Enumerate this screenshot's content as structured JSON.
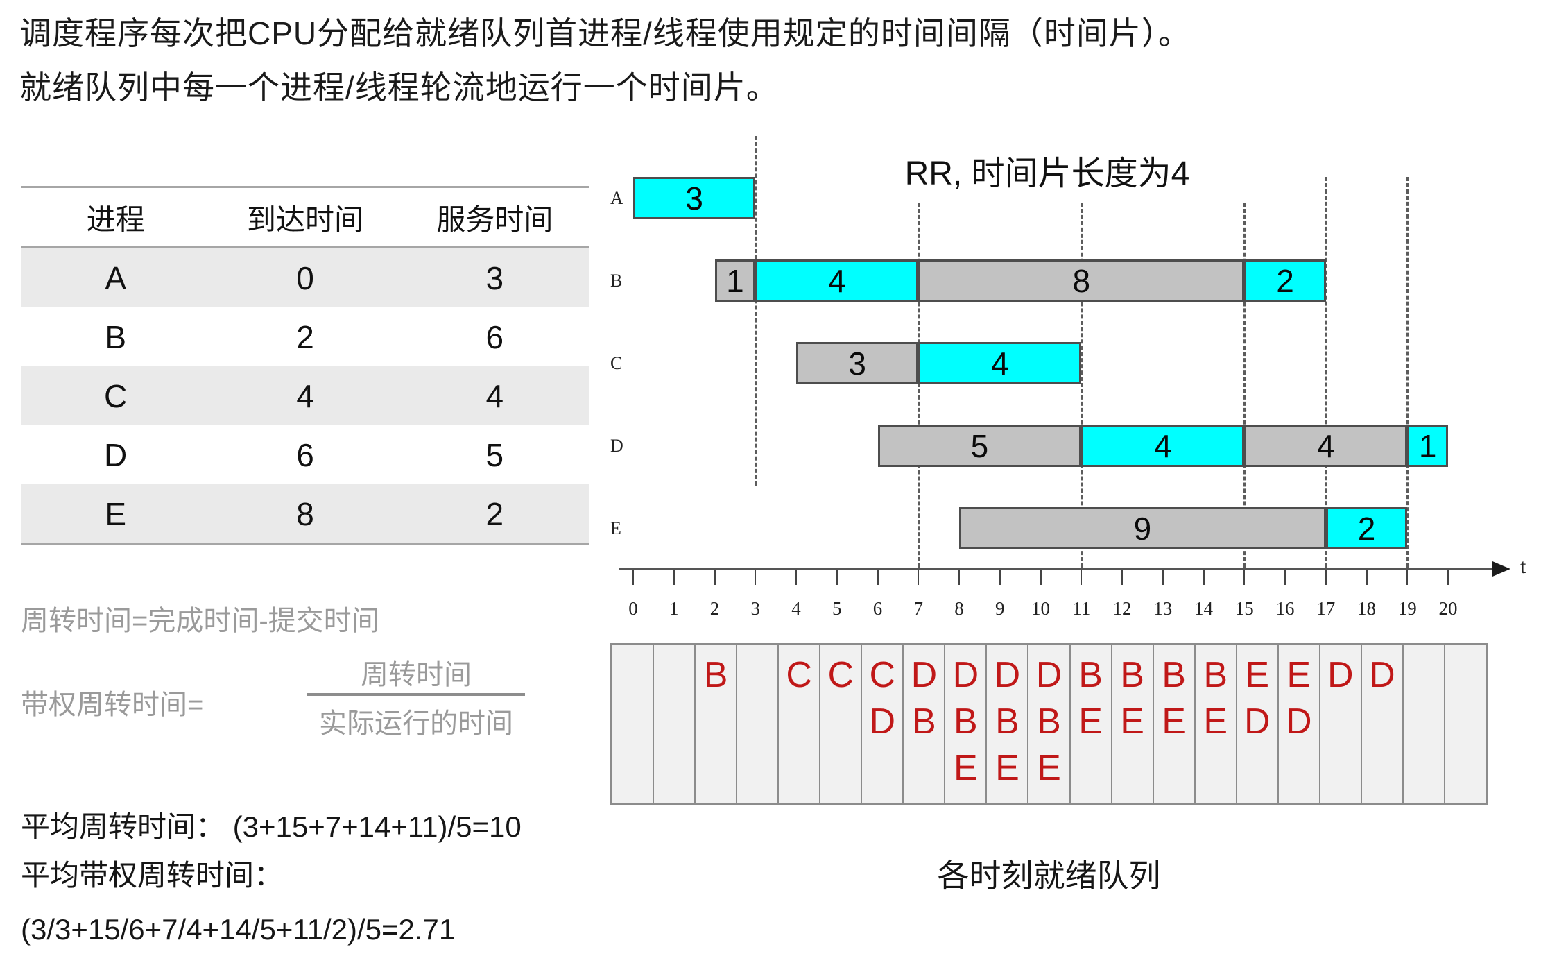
{
  "intro": {
    "line1": "调度程序每次把CPU分配给就绪队列首进程/线程使用规定的时间间隔（时间片）。",
    "line2": "就绪队列中每一个进程/线程轮流地运行一个时间片。"
  },
  "process_table": {
    "headers": [
      "进程",
      "到达时间",
      "服务时间"
    ],
    "rows": [
      [
        "A",
        "0",
        "3"
      ],
      [
        "B",
        "2",
        "6"
      ],
      [
        "C",
        "4",
        "4"
      ],
      [
        "D",
        "6",
        "5"
      ],
      [
        "E",
        "8",
        "2"
      ]
    ]
  },
  "chart_data": {
    "type": "gantt",
    "title": "RR, 时间片长度为4",
    "axis_label": "t",
    "ticks": [
      0,
      1,
      2,
      3,
      4,
      5,
      6,
      7,
      8,
      9,
      10,
      11,
      12,
      13,
      14,
      15,
      16,
      17,
      18,
      19,
      20
    ],
    "xlim": [
      0,
      20
    ],
    "legend": {
      "run_color": "#00ffff",
      "wait_color": "#c2c2c2"
    },
    "decision_times": [
      3,
      7,
      11,
      15,
      17,
      19
    ],
    "rows": [
      {
        "label": "A",
        "segments": [
          {
            "start": 0,
            "end": 3,
            "type": "run",
            "text": "3"
          }
        ]
      },
      {
        "label": "B",
        "segments": [
          {
            "start": 2,
            "end": 3,
            "type": "wait",
            "text": "1"
          },
          {
            "start": 3,
            "end": 7,
            "type": "run",
            "text": "4"
          },
          {
            "start": 7,
            "end": 15,
            "type": "wait",
            "text": "8"
          },
          {
            "start": 15,
            "end": 17,
            "type": "run",
            "text": "2"
          }
        ]
      },
      {
        "label": "C",
        "segments": [
          {
            "start": 4,
            "end": 7,
            "type": "wait",
            "text": "3"
          },
          {
            "start": 7,
            "end": 11,
            "type": "run",
            "text": "4"
          }
        ]
      },
      {
        "label": "D",
        "segments": [
          {
            "start": 6,
            "end": 11,
            "type": "wait",
            "text": "5"
          },
          {
            "start": 11,
            "end": 15,
            "type": "run",
            "text": "4"
          },
          {
            "start": 15,
            "end": 19,
            "type": "wait",
            "text": "4"
          },
          {
            "start": 19,
            "end": 20,
            "type": "run",
            "text": "1"
          }
        ]
      },
      {
        "label": "E",
        "segments": [
          {
            "start": 8,
            "end": 17,
            "type": "wait",
            "text": "9"
          },
          {
            "start": 17,
            "end": 19,
            "type": "run",
            "text": "2"
          }
        ]
      }
    ]
  },
  "queue": {
    "caption": "各时刻就绪队列",
    "letter_color": "#c01818",
    "columns": [
      [],
      [],
      [
        "B"
      ],
      [],
      [
        "C"
      ],
      [
        "C"
      ],
      [
        "C",
        "D"
      ],
      [
        "D",
        "B"
      ],
      [
        "D",
        "B",
        "E"
      ],
      [
        "D",
        "B",
        "E"
      ],
      [
        "D",
        "B",
        "E"
      ],
      [
        "B",
        "E"
      ],
      [
        "B",
        "E"
      ],
      [
        "B",
        "E"
      ],
      [
        "B",
        "E"
      ],
      [
        "E",
        "D"
      ],
      [
        "E",
        "D"
      ],
      [
        "D"
      ],
      [
        "D"
      ],
      [],
      []
    ]
  },
  "formulas": {
    "turnaround": "周转时间=完成时间-提交时间",
    "weighted_label": "带权周转时间=",
    "weighted_numerator": "周转时间",
    "weighted_denominator": "实际运行的时间",
    "avg_turnaround": "平均周转时间： (3+15+7+14+11)/5=10",
    "avg_weighted_label": "平均带权周转时间：",
    "avg_weighted_value": "(3/3+15/6+7/4+14/5+11/2)/5=2.71"
  }
}
